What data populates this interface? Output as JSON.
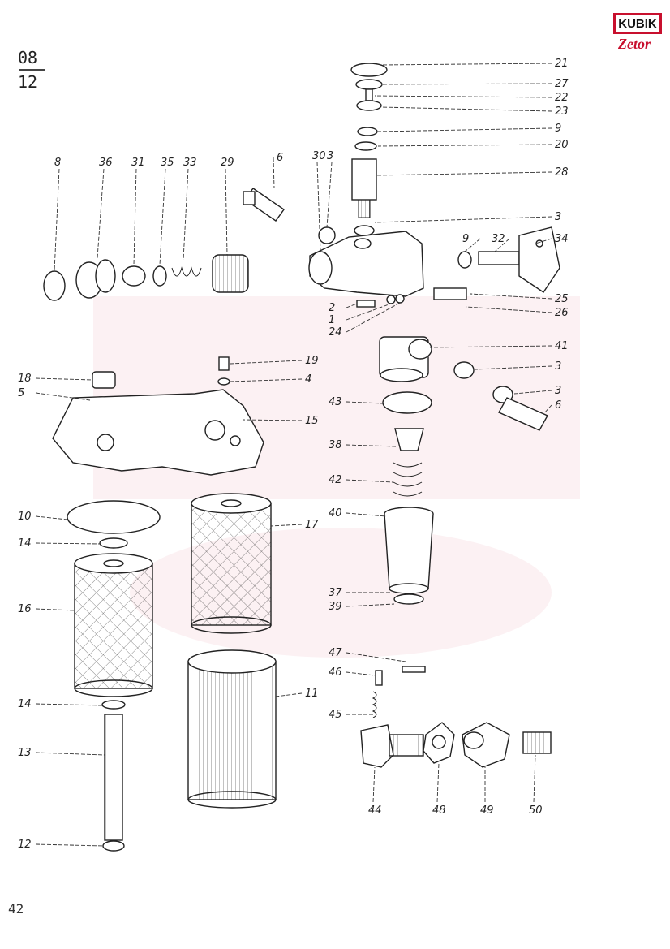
{
  "brand": {
    "top": "KUBIK",
    "bottom": "Zetor"
  },
  "page_code": {
    "top": "08",
    "bottom": "12"
  },
  "page_number": "42",
  "callouts": [
    {
      "id": "c21",
      "text": "21"
    },
    {
      "id": "c27",
      "text": "27"
    },
    {
      "id": "c22",
      "text": "22"
    },
    {
      "id": "c23",
      "text": "23"
    },
    {
      "id": "c9a",
      "text": "9"
    },
    {
      "id": "c20",
      "text": "20"
    },
    {
      "id": "c28",
      "text": "28"
    },
    {
      "id": "c3a",
      "text": "3"
    },
    {
      "id": "c9b",
      "text": "9"
    },
    {
      "id": "c32",
      "text": "32"
    },
    {
      "id": "c34",
      "text": "34"
    },
    {
      "id": "c25",
      "text": "25"
    },
    {
      "id": "c26",
      "text": "26"
    },
    {
      "id": "c8",
      "text": "8"
    },
    {
      "id": "c36",
      "text": "36"
    },
    {
      "id": "c31",
      "text": "31"
    },
    {
      "id": "c35",
      "text": "35"
    },
    {
      "id": "c33",
      "text": "33"
    },
    {
      "id": "c29",
      "text": "29"
    },
    {
      "id": "c6a",
      "text": "6"
    },
    {
      "id": "c30",
      "text": "30"
    },
    {
      "id": "c3b",
      "text": "3"
    },
    {
      "id": "c2",
      "text": "2"
    },
    {
      "id": "c1",
      "text": "1"
    },
    {
      "id": "c24",
      "text": "24"
    },
    {
      "id": "c41",
      "text": "41"
    },
    {
      "id": "c3c",
      "text": "3"
    },
    {
      "id": "c3d",
      "text": "3"
    },
    {
      "id": "c6b",
      "text": "6"
    },
    {
      "id": "c19",
      "text": "19"
    },
    {
      "id": "c4",
      "text": "4"
    },
    {
      "id": "c18",
      "text": "18"
    },
    {
      "id": "c5",
      "text": "5"
    },
    {
      "id": "c15",
      "text": "15"
    },
    {
      "id": "c43",
      "text": "43"
    },
    {
      "id": "c38",
      "text": "38"
    },
    {
      "id": "c42",
      "text": "42"
    },
    {
      "id": "c10",
      "text": "10"
    },
    {
      "id": "c17",
      "text": "17"
    },
    {
      "id": "c40",
      "text": "40"
    },
    {
      "id": "c14a",
      "text": "14"
    },
    {
      "id": "c16",
      "text": "16"
    },
    {
      "id": "c37",
      "text": "37"
    },
    {
      "id": "c39",
      "text": "39"
    },
    {
      "id": "c47",
      "text": "47"
    },
    {
      "id": "c46",
      "text": "46"
    },
    {
      "id": "c11",
      "text": "11"
    },
    {
      "id": "c45",
      "text": "45"
    },
    {
      "id": "c14b",
      "text": "14"
    },
    {
      "id": "c13",
      "text": "13"
    },
    {
      "id": "c12",
      "text": "12"
    },
    {
      "id": "c44",
      "text": "44"
    },
    {
      "id": "c48",
      "text": "48"
    },
    {
      "id": "c49",
      "text": "49"
    },
    {
      "id": "c50",
      "text": "50"
    }
  ]
}
